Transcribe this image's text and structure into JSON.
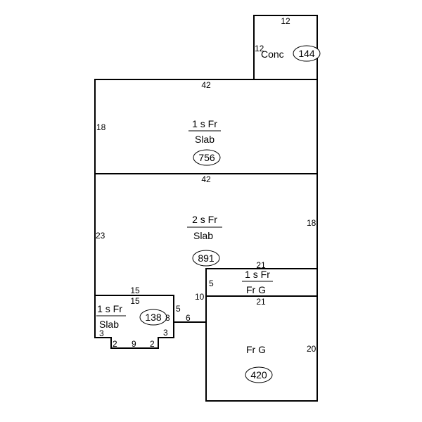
{
  "sections": {
    "garage": {
      "label": "Conc",
      "area": "144"
    },
    "upper": {
      "story": "1 s Fr",
      "foundation": "Slab",
      "area": "756"
    },
    "main": {
      "story": "2 s Fr",
      "foundation": "Slab",
      "area": "891"
    },
    "small_wing": {
      "story": "1 s Fr",
      "foundation": "Slab",
      "area": "138"
    },
    "strip": {
      "story": "1 s Fr",
      "foundation": "Fr G"
    },
    "lower_right": {
      "label": "Fr G",
      "area": "420"
    }
  },
  "dimensions": {
    "garage_top": "12",
    "garage_side": "12",
    "upper_top": "42",
    "upper_left": "18",
    "main_top": "42",
    "main_left": "23",
    "main_right": "18",
    "strip_top": "21",
    "strip_bottom": "21",
    "strip_side": "5",
    "lower_left": "10",
    "lower_right": "20",
    "wing_top_1": "15",
    "wing_top_2": "15",
    "wing_right_upper": "5",
    "wing_connector": "6",
    "wing_right_inner": "8",
    "wing_bottom_step_right": "3",
    "wing_bottom_step_left": "3",
    "wing_bottom_left": "2",
    "wing_bottom_mid": "9",
    "wing_bottom_right": "2"
  }
}
